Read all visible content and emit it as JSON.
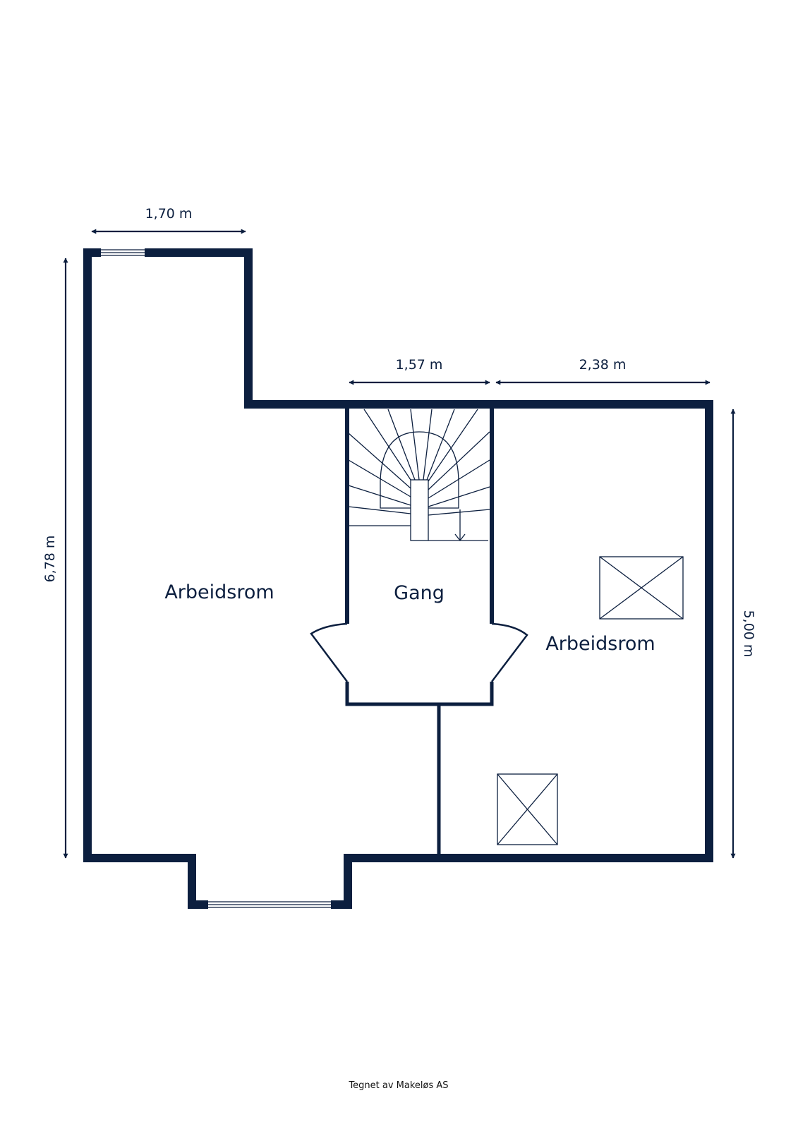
{
  "rooms": {
    "left": "Arbeidsrom",
    "hall": "Gang",
    "right": "Arbeidsrom"
  },
  "dimensions": {
    "top_left_width": "1,70 m",
    "hall_width": "1,57 m",
    "right_width": "2,38 m",
    "left_height": "6,78 m",
    "right_height": "5,00 m"
  },
  "credit": "Tegnet av Makeløs AS",
  "colors": {
    "wall": "#0c1f3f",
    "background": "#ffffff"
  }
}
